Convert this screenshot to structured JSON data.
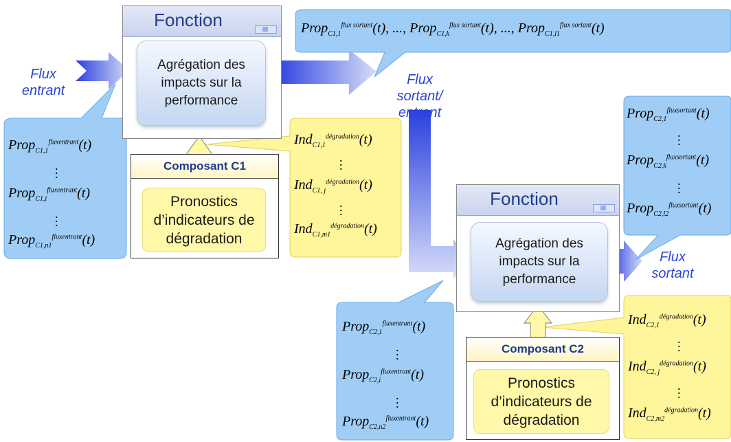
{
  "colors": {
    "blue_callout": "#9fcdf5",
    "yellow_callout": "#fff59a",
    "arrow_blue": "#2b3fe0",
    "title_blue": "#1f3c8c"
  },
  "top": {
    "function_title": "Fonction",
    "aggregation": "Agrégation des impacts sur la performance",
    "component_title": "Composant C1",
    "pronostics": "Pronostics d’indicateurs de dégradation",
    "flux_in_label": "Flux entrant",
    "flux_mid_label": "Flux sortant/ entrant",
    "out_props": {
      "prefix": "Prop",
      "sub1": "C1,1",
      "subk": "C1,k",
      "subn": "C1,l1",
      "sup": "flux sortant",
      "arg": "(t)",
      "sep": ", ..., "
    },
    "in_props": {
      "prefix": "Prop",
      "subs": [
        "C1,1",
        "C1,i",
        "C1,n1"
      ],
      "sup": "fluxentrant",
      "arg": "(t)"
    },
    "ind": {
      "prefix": "Ind",
      "subs": [
        "C1,1",
        "C1, j",
        "C1,m1"
      ],
      "sup": "dégradation",
      "arg": "(t)"
    }
  },
  "bottom": {
    "function_title": "Fonction",
    "aggregation": "Agrégation des impacts sur la performance",
    "component_title": "Composant C2",
    "pronostics": "Pronostics d’indicateurs de dégradation",
    "flux_out_label": "Flux sortant",
    "out_props": {
      "prefix": "Prop",
      "subs": [
        "C2,1",
        "C2,k",
        "C2,l2"
      ],
      "sup": "fluxsortant",
      "arg": "(t)"
    },
    "in_props": {
      "prefix": "Prop",
      "subs": [
        "C2,1",
        "C2,i",
        "C2,n2"
      ],
      "sup": "fluxentrant",
      "arg": "(t)"
    },
    "ind": {
      "prefix": "Ind",
      "subs": [
        "C2,1",
        "C2, j",
        "C2,m2"
      ],
      "sup": "dégradation",
      "arg": "(t)"
    }
  }
}
